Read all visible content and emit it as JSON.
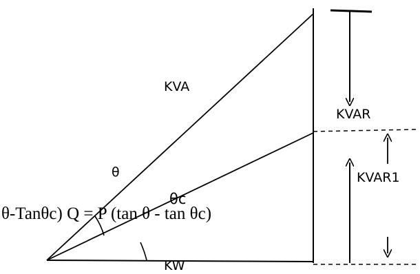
{
  "labels": {
    "kva": "KVA",
    "kvar": "KVAR",
    "kvar1": "KVAR1",
    "kw": "KW",
    "theta": "θ",
    "theta_c": "θc",
    "formula": "θ-Tanθc) Q = P (tan θ - tan θc)"
  }
}
